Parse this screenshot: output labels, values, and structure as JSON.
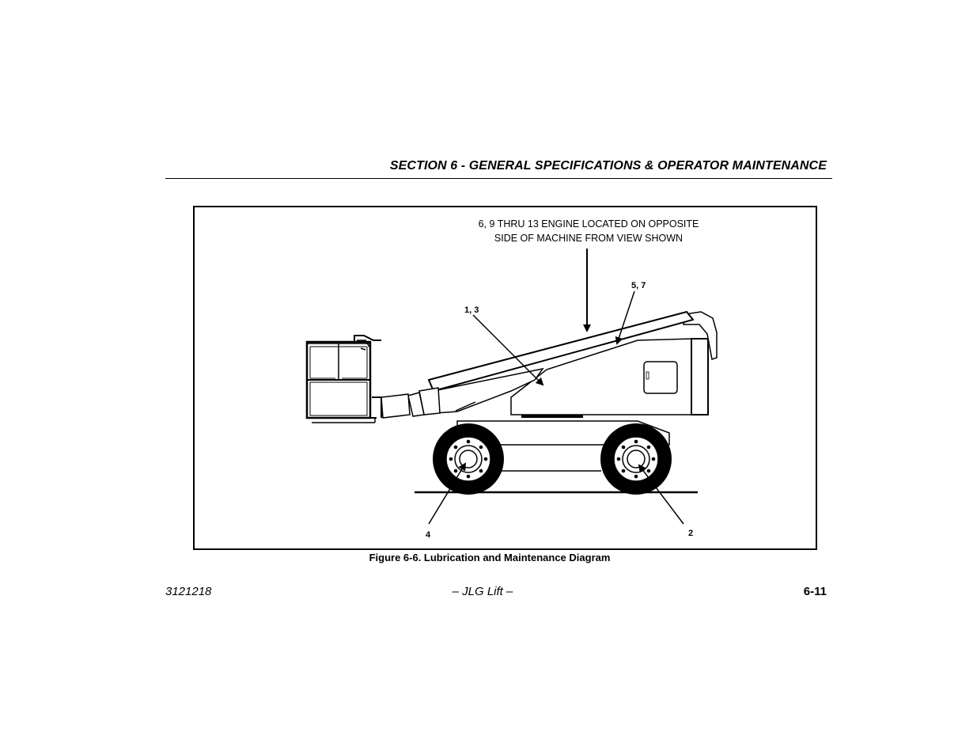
{
  "header": {
    "section_title": "SECTION 6 - GENERAL SPECIFICATIONS & OPERATOR MAINTENANCE"
  },
  "figure": {
    "note_line1": "6, 9 THRU 13 ENGINE LOCATED ON OPPOSITE",
    "note_line2": "SIDE OF MACHINE FROM VIEW SHOWN",
    "callouts": {
      "boom": "1, 3",
      "turntable": "5, 7",
      "front_wheel": "4",
      "rear_wheel": "2"
    },
    "caption": "Figure 6-6. Lubrication and Maintenance Diagram"
  },
  "footer": {
    "doc_number": "3121218",
    "center_text": "– JLG Lift –",
    "page_number": "6-11"
  }
}
